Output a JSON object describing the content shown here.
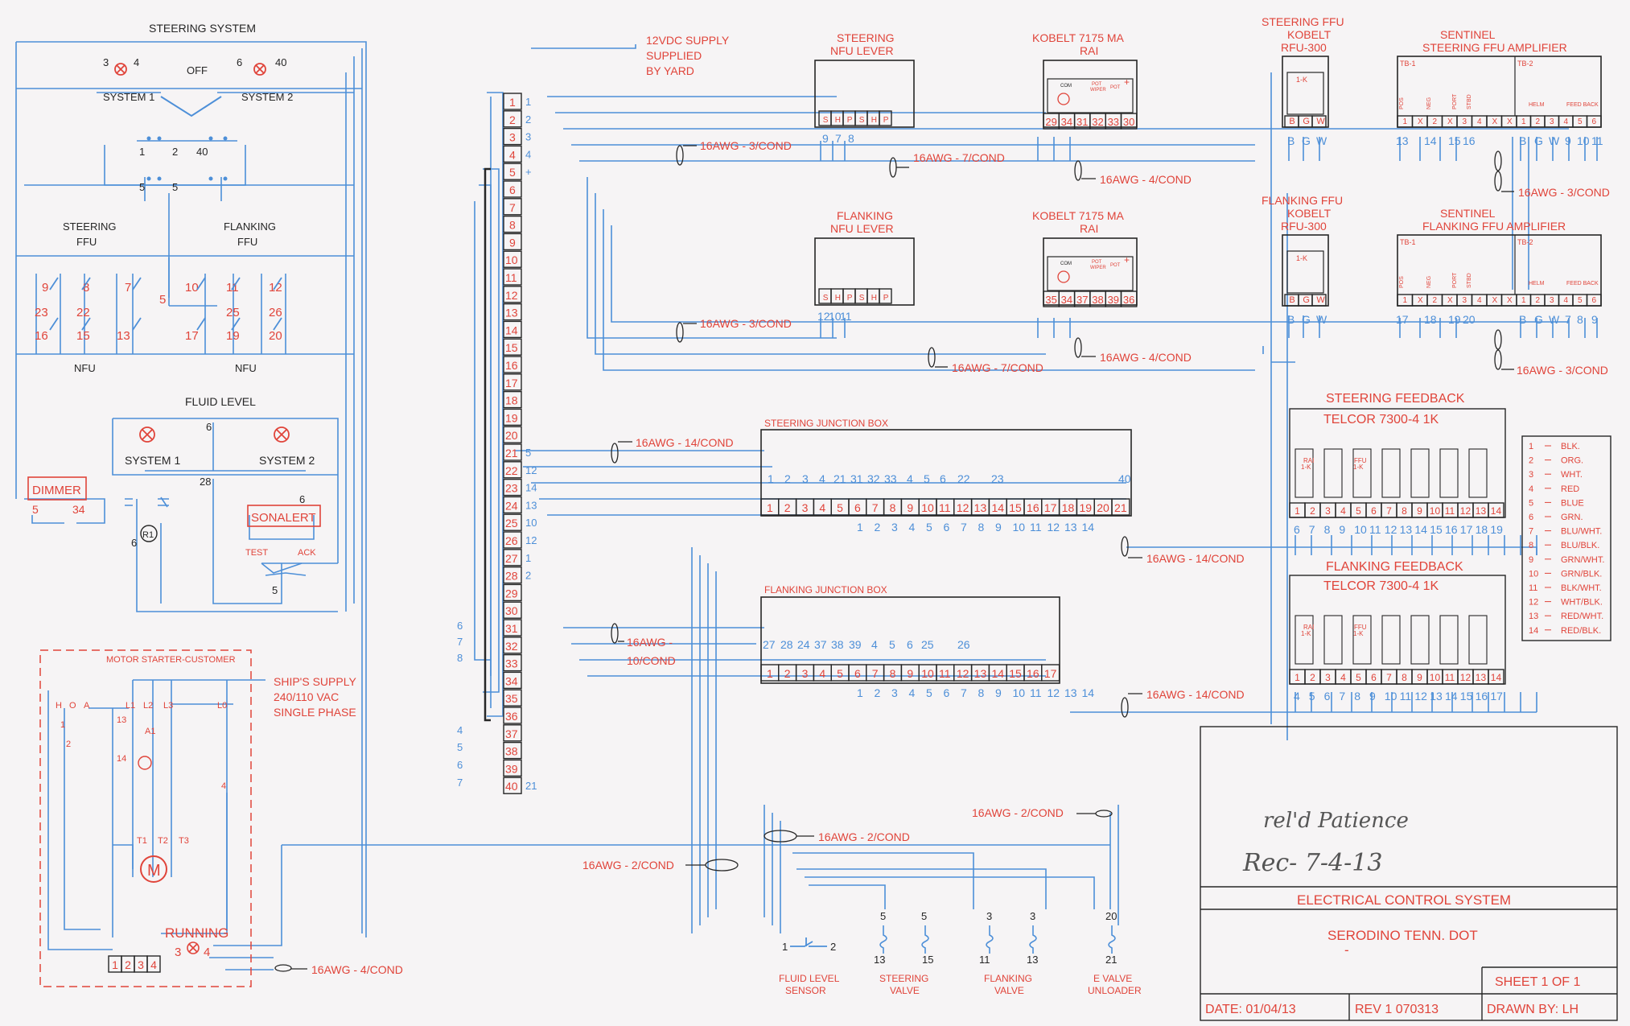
{
  "steering_system": {
    "title": "STEERING SYSTEM",
    "off": "OFF",
    "system1": "SYSTEM 1",
    "system2": "SYSTEM 2",
    "lamp1_terms": [
      "3",
      "4"
    ],
    "lamp2_terms": [
      "6",
      "40"
    ],
    "contact_nums": [
      "1",
      "2",
      "40",
      "5",
      "5"
    ]
  },
  "ffu_section": {
    "steering_ffu": [
      "STEERING",
      "FFU"
    ],
    "flanking_ffu": [
      "FLANKING",
      "FFU"
    ],
    "nfu_left": "NFU",
    "nfu_right": "NFU",
    "top_nums": [
      "9",
      "8",
      "7",
      "10",
      "11",
      "12"
    ],
    "mid_nums": [
      "23",
      "22",
      "5",
      "25",
      "26"
    ],
    "bottom_nums": [
      "16",
      "15",
      "13",
      "17",
      "19",
      "20"
    ]
  },
  "fluid_level": {
    "title": "FLUID LEVEL",
    "system1": "SYSTEM 1",
    "system2": "SYSTEM 2",
    "node_6": "6",
    "node_28": "28",
    "dimmer": "DIMMER",
    "dimmer_terms": [
      "5",
      "34"
    ],
    "sonalert": "SONALERT",
    "sonalert_term": "6",
    "r1": "R1",
    "r1_term": "6",
    "test": "TEST",
    "ack": "ACK",
    "test_term": "5"
  },
  "motor_starter": {
    "title": "MOTOR STARTER-CUSTOMER",
    "hoa": [
      "H",
      "O",
      "A"
    ],
    "lines": [
      "L1",
      "L2",
      "L3",
      "L0"
    ],
    "labels": [
      "13",
      "14",
      "A1",
      "4",
      "T1",
      "T2",
      "T3",
      "1",
      "2"
    ],
    "motor": "M",
    "running": "RUNNING",
    "running_terms": [
      "3",
      "4"
    ],
    "terminals": [
      "1",
      "2",
      "3",
      "4"
    ],
    "ships_supply": [
      "SHIP'S SUPPLY",
      "240/110 VAC",
      "SINGLE PHASE"
    ]
  },
  "supply": {
    "lines": [
      "12VDC SUPPLY",
      "SUPPLIED",
      "BY YARD"
    ]
  },
  "terminal_strip": {
    "numbers": [
      "1",
      "2",
      "3",
      "4",
      "5",
      "6",
      "7",
      "8",
      "9",
      "10",
      "11",
      "12",
      "13",
      "14",
      "15",
      "16",
      "17",
      "18",
      "19",
      "20",
      "21",
      "22",
      "23",
      "24",
      "25",
      "26",
      "27",
      "28",
      "29",
      "30",
      "31",
      "32",
      "33",
      "34",
      "35",
      "36",
      "37",
      "38",
      "39",
      "40"
    ],
    "right_labels": [
      "1",
      "2",
      "3",
      "4",
      "+",
      "",
      "",
      "",
      "",
      "",
      "",
      "",
      "",
      "",
      "",
      "",
      "",
      "",
      "",
      "",
      "5",
      "12",
      "14",
      "13",
      "10",
      "12",
      "1",
      "2",
      "",
      "",
      "",
      "",
      "",
      "",
      "",
      "",
      "",
      "",
      "",
      "21"
    ],
    "left_labels": [
      "6",
      "7",
      "8",
      "4",
      "5",
      "6",
      "7"
    ]
  },
  "cables": {
    "c1": "16AWG - 3/COND",
    "c2": "16AWG - 7/COND",
    "c3": "16AWG - 4/COND",
    "c4": "16AWG - 3/COND",
    "c5": "16AWG - 3/COND",
    "c6": "16AWG - 7/COND",
    "c7": "16AWG - 4/COND",
    "c8": "16AWG - 3/COND",
    "c9": "16AWG - 14/COND",
    "c10": [
      "16AWG -",
      "10/COND"
    ],
    "c11": "16AWG - 14/COND",
    "c12": "16AWG - 14/COND",
    "c13": "16AWG - 2/COND",
    "c14": "16AWG - 2/COND",
    "c15": "16AWG - 2/COND",
    "c16": "16AWG - 4/COND"
  },
  "steering_nfu": {
    "title": [
      "STEERING",
      "NFU LEVER"
    ],
    "terms": [
      "S",
      "H",
      "P",
      "S",
      "H",
      "P"
    ],
    "wires": [
      "9",
      "7",
      "8"
    ]
  },
  "flanking_nfu": {
    "title": [
      "FLANKING",
      "NFU LEVER"
    ],
    "terms": [
      "S",
      "H",
      "P",
      "S",
      "H",
      "P"
    ],
    "wires": [
      "12",
      "10",
      "11"
    ]
  },
  "kobelt_top": {
    "title": [
      "KOBELT 7175 MA",
      "RAI"
    ],
    "inner": [
      "COM",
      "POT",
      "WIPER",
      "POT",
      "+"
    ],
    "terms": [
      "29",
      "34",
      "31",
      "32",
      "33",
      "30"
    ]
  },
  "kobelt_mid": {
    "title": [
      "KOBELT 7175 MA",
      "RAI"
    ],
    "inner": [
      "COM",
      "POT",
      "WIPER",
      "POT",
      "+"
    ],
    "terms": [
      "35",
      "34",
      "37",
      "38",
      "39",
      "36"
    ]
  },
  "steering_ffu_box": {
    "title": [
      "STEERING FFU",
      "KOBELT",
      "RFU-300"
    ],
    "inner": "1-K",
    "terms": [
      "B",
      "G",
      "W"
    ],
    "wires": [
      "B",
      "G",
      "W"
    ]
  },
  "flanking_ffu_box": {
    "title": [
      "FLANKING FFU",
      "KOBELT",
      "RFU-300"
    ],
    "inner": "1-K",
    "terms": [
      "B",
      "G",
      "W"
    ],
    "wires": [
      "B",
      "G",
      "W"
    ]
  },
  "steering_amp": {
    "title": [
      "SENTINEL",
      "STEERING FFU AMPLIFIER"
    ],
    "tb1": "TB-1",
    "tb2": "TB-2",
    "inner": [
      "POS",
      "NEG",
      "PORT",
      "STBD",
      "HELM",
      "FEED BACK"
    ],
    "terms_tb1": [
      "1",
      "X",
      "2",
      "X",
      "3",
      "4",
      "X",
      "X"
    ],
    "terms_tb2": [
      "1",
      "2",
      "3",
      "4",
      "5",
      "6"
    ],
    "wires": [
      "13",
      "14",
      "15",
      "16",
      "B",
      "G",
      "W",
      "9",
      "10",
      "11"
    ]
  },
  "flanking_amp": {
    "title": [
      "SENTINEL",
      "FLANKING FFU AMPLIFIER"
    ],
    "tb1": "TB-1",
    "tb2": "TB-2",
    "inner": [
      "POS",
      "NEG",
      "PORT",
      "STBD",
      "HELM",
      "FEED BACK"
    ],
    "terms_tb1": [
      "1",
      "X",
      "2",
      "X",
      "3",
      "4",
      "X",
      "X"
    ],
    "terms_tb2": [
      "1",
      "2",
      "3",
      "4",
      "5",
      "6"
    ],
    "wires": [
      "17",
      "18",
      "19",
      "20",
      "B",
      "G",
      "W",
      "7",
      "8",
      "9"
    ]
  },
  "steering_feedback": {
    "title": [
      "STEERING FEEDBACK",
      "TELCOR 7300-4 1K"
    ],
    "inner": [
      "RAI",
      "1-K",
      "FFU",
      "1-K"
    ],
    "terms": [
      "1",
      "2",
      "3",
      "4",
      "5",
      "6",
      "7",
      "8",
      "9",
      "10",
      "11",
      "12",
      "13",
      "14"
    ],
    "wires": [
      "6",
      "7",
      "8",
      "9",
      "10",
      "11",
      "12",
      "13",
      "14",
      "15",
      "16",
      "17",
      "18",
      "19"
    ]
  },
  "flanking_feedback": {
    "title": [
      "FLANKING FEEDBACK",
      "TELCOR 7300-4 1K"
    ],
    "inner": [
      "RAI",
      "1-K",
      "FFU",
      "1-K"
    ],
    "terms": [
      "1",
      "2",
      "3",
      "4",
      "5",
      "6",
      "7",
      "8",
      "9",
      "10",
      "11",
      "12",
      "13",
      "14"
    ],
    "wires": [
      "4",
      "5",
      "6",
      "7",
      "8",
      "9",
      "10",
      "11",
      "12",
      "13",
      "14",
      "15",
      "16",
      "17"
    ]
  },
  "steering_jb": {
    "title": "STEERING JUNCTION BOX",
    "terms": [
      "1",
      "2",
      "3",
      "4",
      "5",
      "6",
      "7",
      "8",
      "9",
      "10",
      "11",
      "12",
      "13",
      "14",
      "15",
      "16",
      "17",
      "18",
      "19",
      "20",
      "21"
    ],
    "top_wires": [
      "1",
      "2",
      "3",
      "4",
      "21",
      "31",
      "32",
      "33",
      "4",
      "5",
      "6",
      "22",
      "23",
      "40"
    ],
    "bottom_wires": [
      "1",
      "2",
      "3",
      "4",
      "5",
      "6",
      "7",
      "8",
      "9",
      "10",
      "11",
      "12",
      "13",
      "14"
    ]
  },
  "flanking_jb": {
    "title": "FLANKING JUNCTION BOX",
    "terms": [
      "1",
      "2",
      "3",
      "4",
      "5",
      "6",
      "7",
      "8",
      "9",
      "10",
      "11",
      "12",
      "13",
      "14",
      "15",
      "16",
      "17"
    ],
    "top_wires": [
      "27",
      "28",
      "24",
      "37",
      "38",
      "39",
      "4",
      "5",
      "6",
      "25",
      "26"
    ],
    "bottom_wires": [
      "1",
      "2",
      "3",
      "4",
      "5",
      "6",
      "7",
      "8",
      "9",
      "10",
      "11",
      "12",
      "13",
      "14"
    ]
  },
  "color_legend": [
    {
      "num": "1",
      "color": "BLK."
    },
    {
      "num": "2",
      "color": "ORG."
    },
    {
      "num": "3",
      "color": "WHT."
    },
    {
      "num": "4",
      "color": "RED"
    },
    {
      "num": "5",
      "color": "BLUE"
    },
    {
      "num": "6",
      "color": "GRN."
    },
    {
      "num": "7",
      "color": "BLU/WHT."
    },
    {
      "num": "8",
      "color": "BLU/BLK."
    },
    {
      "num": "9",
      "color": "GRN/WHT."
    },
    {
      "num": "10",
      "color": "GRN/BLK."
    },
    {
      "num": "11",
      "color": "BLK/WHT."
    },
    {
      "num": "12",
      "color": "WHT/BLK."
    },
    {
      "num": "13",
      "color": "RED/WHT."
    },
    {
      "num": "14",
      "color": "RED/BLK."
    }
  ],
  "bottom_devices": {
    "fluid_sensor": [
      "FLUID LEVEL",
      "SENSOR"
    ],
    "fluid_sensor_terms": [
      "1",
      "2"
    ],
    "steering_valve": [
      "STEERING",
      "VALVE"
    ],
    "steering_valve_terms": [
      "5",
      "5",
      "13",
      "15"
    ],
    "flanking_valve": [
      "FLANKING",
      "VALVE"
    ],
    "flanking_valve_terms": [
      "3",
      "3",
      "11",
      "13"
    ],
    "unloader": [
      "E VALVE",
      "UNLOADER"
    ],
    "unloader_terms": [
      "20",
      "21"
    ]
  },
  "title_block": {
    "handwritten1": "rel'd Patience",
    "handwritten2": "Rec- 7-4-13",
    "drawing_title": "ELECTRICAL CONTROL SYSTEM",
    "project": "SERODINO TENN. DOT",
    "dash": "-",
    "sheet": "SHEET 1 OF 1",
    "date": "DATE: 01/04/13",
    "rev": "REV 1 070313",
    "drawn": "DRAWN BY: LH"
  },
  "colors": {
    "wire": "#4d8fd8",
    "red_text": "#e0443a",
    "black": "#262626",
    "paper": "#f6f4f5"
  }
}
